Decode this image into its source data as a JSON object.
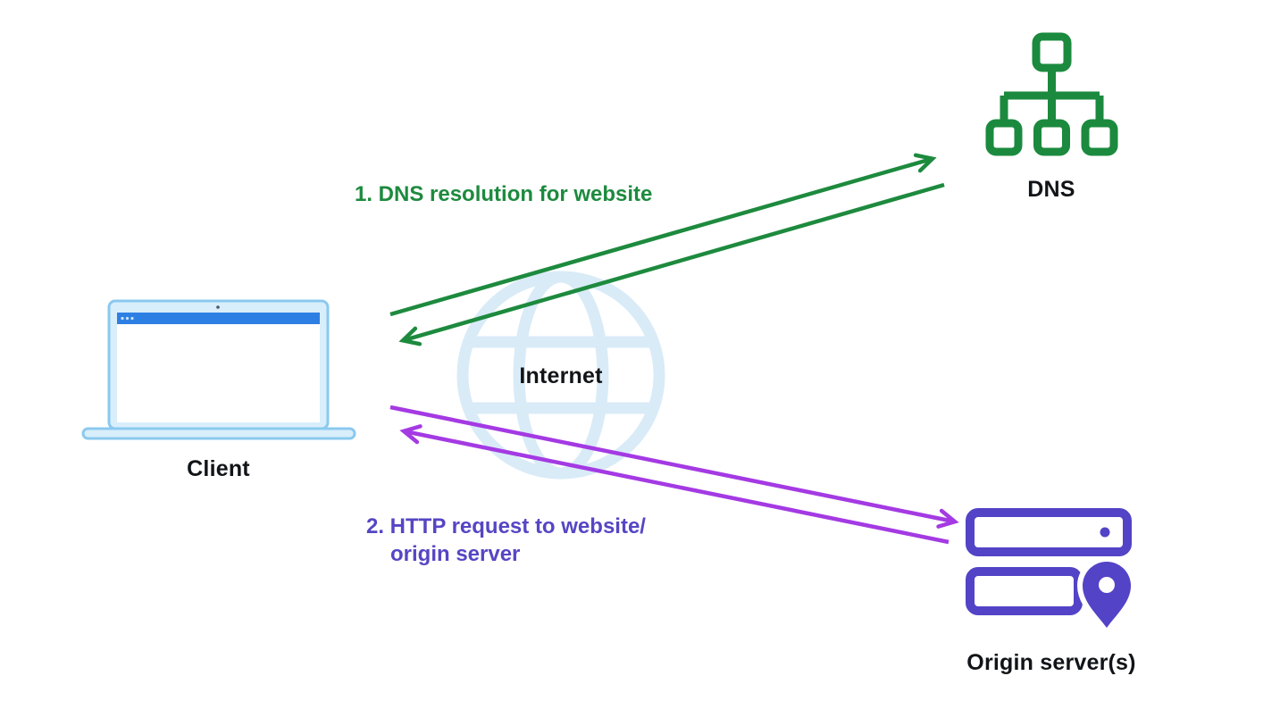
{
  "nodes": {
    "client": {
      "label": "Client"
    },
    "internet": {
      "label": "Internet"
    },
    "dns": {
      "label": "DNS"
    },
    "origin_server": {
      "label": "Origin server(s)"
    }
  },
  "annotations": {
    "dns_resolution": {
      "text": "1. DNS resolution for website",
      "color": "#1d8a3e"
    },
    "http_request": {
      "line1": "2. HTTP request to website/",
      "line2": "origin server",
      "color": "#5546c4"
    }
  },
  "colors": {
    "green_arrow": "#1d8a3e",
    "purple_arrow": "#a43ae3",
    "purple_icon": "#5343c6",
    "laptop_fill": "#d9eefb",
    "laptop_border": "#8bc9ef",
    "laptop_titlebar": "#2e7fe3",
    "globe": "#d9ebf7",
    "background": "#ffffff"
  }
}
